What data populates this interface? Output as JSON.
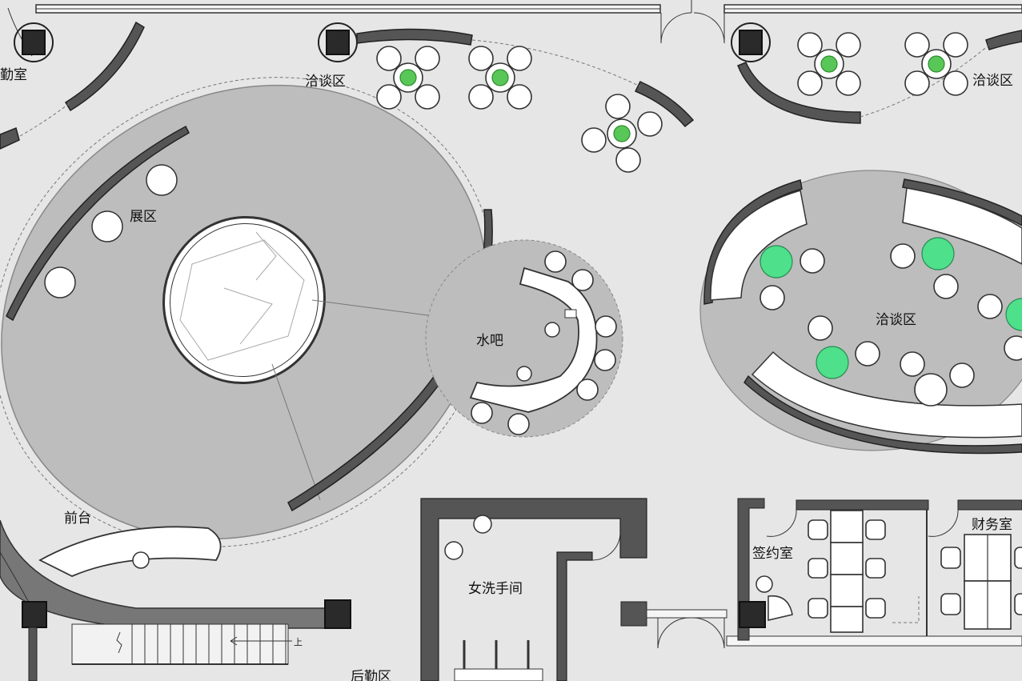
{
  "plan": {
    "labels": {
      "top_left_room_fragment": "勤室",
      "talk_area_top_left": "洽谈区",
      "talk_area_top_right": "洽谈区",
      "exhibition_area": "展区",
      "water_bar": "水吧",
      "talk_area_right": "洽谈区",
      "reception": "前台",
      "womens_restroom": "女洗手间",
      "signing_room": "签约室",
      "finance_room": "财务室",
      "logistics_area": "后勤区",
      "stair_up": "上"
    },
    "colors": {
      "floor": "#e6e6e6",
      "zone_fill": "#bdbdbd",
      "wall": "#555555",
      "furniture": "#ffffff",
      "plant": "#58c758",
      "accent_green": "#4ee08a"
    }
  }
}
